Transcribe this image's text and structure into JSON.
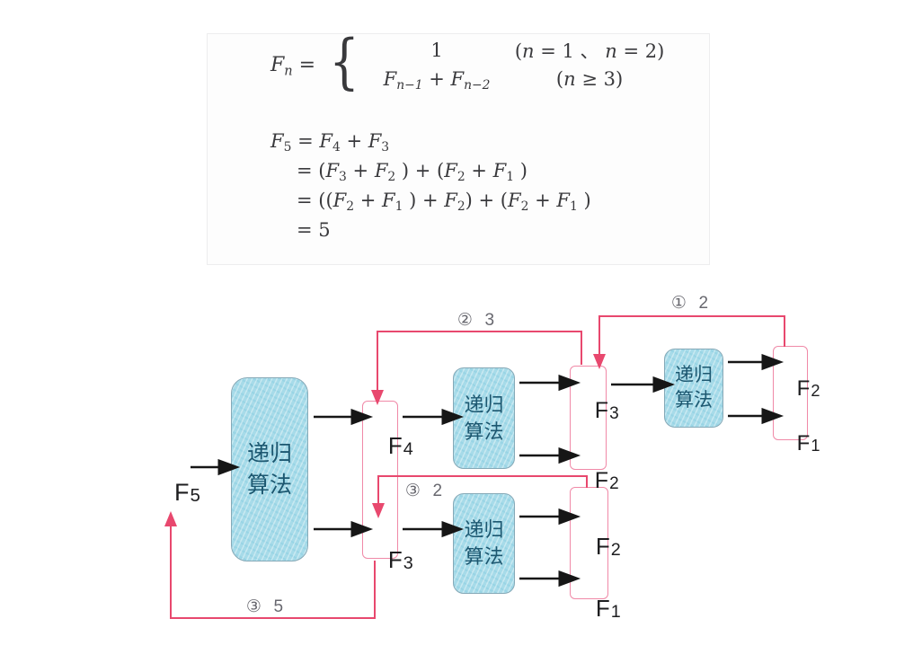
{
  "formula": {
    "brace": "{",
    "definition": {
      "lhs": [
        {
          "t": "F",
          "i": 1,
          "sub": "n",
          "si": 1
        },
        {
          "t": " = "
        }
      ],
      "case1_expr": [
        {
          "t": "1"
        }
      ],
      "case1_cond": [
        {
          "t": "("
        },
        {
          "t": "n",
          "i": 1
        },
        {
          "t": " = 1 、 "
        },
        {
          "t": "n",
          "i": 1
        },
        {
          "t": " = 2)"
        }
      ],
      "case2_expr": [
        {
          "t": "F",
          "i": 1,
          "sub": "n−1",
          "si": 1
        },
        {
          "t": " + "
        },
        {
          "t": "F",
          "i": 1,
          "sub": "n−2",
          "si": 1
        }
      ],
      "case2_cond": [
        {
          "t": "("
        },
        {
          "t": "n",
          "i": 1
        },
        {
          "t": " ≥ 3)"
        }
      ]
    },
    "derivation": {
      "line1": [
        {
          "t": "F",
          "i": 1,
          "sub": "5"
        },
        {
          "t": " = "
        },
        {
          "t": "F",
          "i": 1,
          "sub": "4"
        },
        {
          "t": " + "
        },
        {
          "t": "F",
          "i": 1,
          "sub": "3"
        }
      ],
      "line2": [
        {
          "t": "= ("
        },
        {
          "t": "F",
          "i": 1,
          "sub": "3"
        },
        {
          "t": " + "
        },
        {
          "t": "F",
          "i": 1,
          "sub": "2"
        },
        {
          "t": " ) + ("
        },
        {
          "t": "F",
          "i": 1,
          "sub": "2"
        },
        {
          "t": " + "
        },
        {
          "t": "F",
          "i": 1,
          "sub": "1"
        },
        {
          "t": " )"
        }
      ],
      "line3": [
        {
          "t": "= (("
        },
        {
          "t": "F",
          "i": 1,
          "sub": "2"
        },
        {
          "t": " + "
        },
        {
          "t": "F",
          "i": 1,
          "sub": "1"
        },
        {
          "t": " ) + "
        },
        {
          "t": "F",
          "i": 1,
          "sub": "2"
        },
        {
          "t": ") + ("
        },
        {
          "t": "F",
          "i": 1,
          "sub": "2"
        },
        {
          "t": " + "
        },
        {
          "t": "F",
          "i": 1,
          "sub": "1"
        },
        {
          "t": " )"
        }
      ],
      "line4": [
        {
          "t": "= 5"
        }
      ]
    }
  },
  "diagram": {
    "algo_line1": "递归",
    "algo_line2": "算法",
    "nodes": {
      "f5": {
        "base": "F",
        "sub": "5"
      },
      "f4": {
        "base": "F",
        "sub": "4"
      },
      "f3_top": {
        "base": "F",
        "sub": "3"
      },
      "f3_mid": {
        "base": "F",
        "sub": "3"
      },
      "f2_mid": {
        "base": "F",
        "sub": "2"
      },
      "f2_right": {
        "base": "F",
        "sub": "2"
      },
      "f1_right": {
        "base": "F",
        "sub": "1"
      },
      "f2_bottom": {
        "base": "F",
        "sub": "2"
      },
      "f1_bottom": {
        "base": "F",
        "sub": "1"
      }
    },
    "returns": {
      "r1": "①  2",
      "r2": "②  3",
      "r3": "③  2",
      "r4": "③  5"
    }
  },
  "colors": {
    "pink_line": "#e8486e",
    "pink_frame": "#f089a7",
    "blue_fill": "#a7dbe9",
    "blue_border": "#86a9b7",
    "algo_text": "#1c5770",
    "arrow_black": "#161616",
    "formula_ink": "#39393c",
    "label_gray": "#68686f"
  }
}
